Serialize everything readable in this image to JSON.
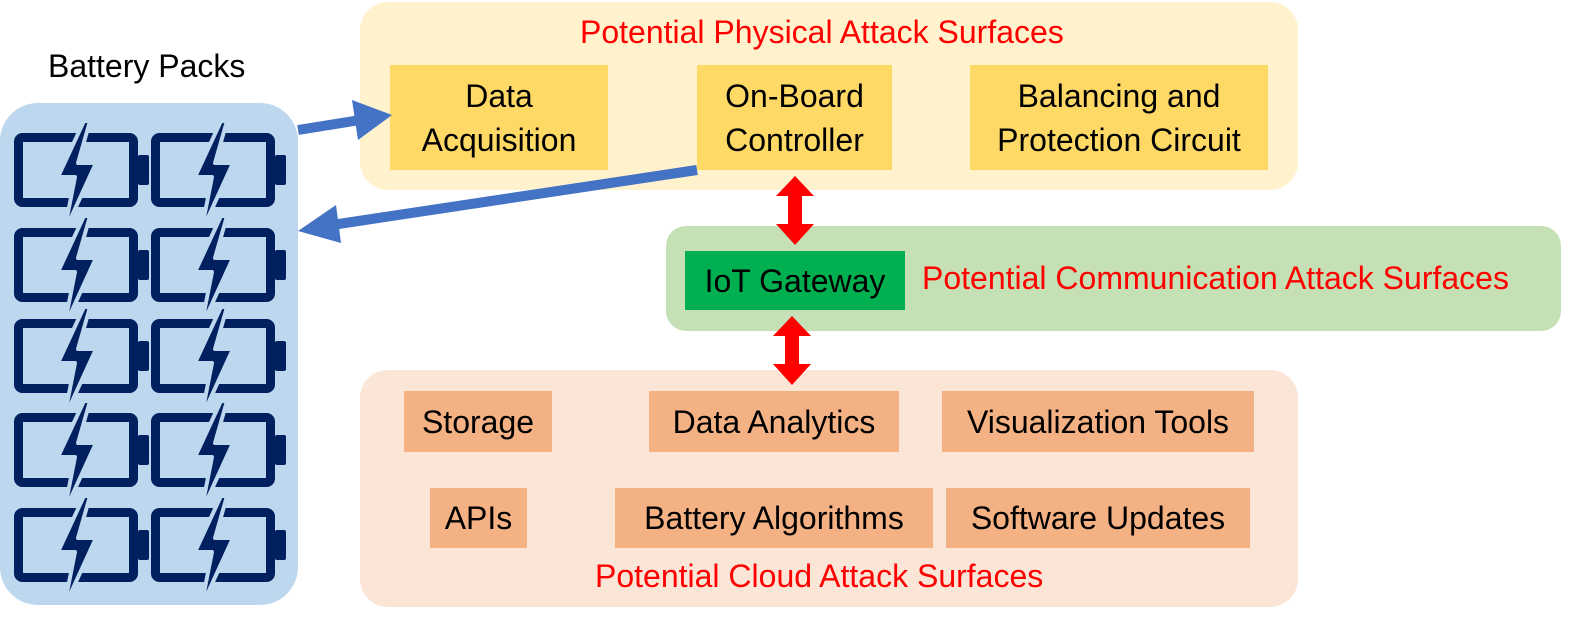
{
  "colors": {
    "battery_panel": "#bdd7ee",
    "battery_icon": "#002060",
    "physical_panel": "#fff2cc",
    "physical_box": "#ffd966",
    "comm_panel": "#c5e0b4",
    "gateway_box": "#00b050",
    "cloud_panel": "#fbe5d6",
    "cloud_box": "#f4b183",
    "flow_arrow": "#4472c4",
    "link_arrow": "#ff0000",
    "attack_title": "#ff0000"
  },
  "battery": {
    "title": "Battery Packs",
    "icon": "battery-bolt-icon",
    "rows": 5,
    "columns": 2
  },
  "physical": {
    "title": "Potential Physical Attack Surfaces",
    "components": [
      {
        "label": "Data\nAcquisition"
      },
      {
        "label": "On-Board\nController"
      },
      {
        "label": "Balancing and\nProtection Circuit"
      }
    ]
  },
  "communication": {
    "title": "Potential Communication Attack Surfaces",
    "gateway": "IoT Gateway"
  },
  "cloud": {
    "title": "Potential Cloud Attack Surfaces",
    "components": [
      {
        "label": "Storage"
      },
      {
        "label": "Data Analytics"
      },
      {
        "label": "Visualization Tools"
      },
      {
        "label": "APIs"
      },
      {
        "label": "Battery Algorithms"
      },
      {
        "label": "Software Updates"
      }
    ]
  }
}
